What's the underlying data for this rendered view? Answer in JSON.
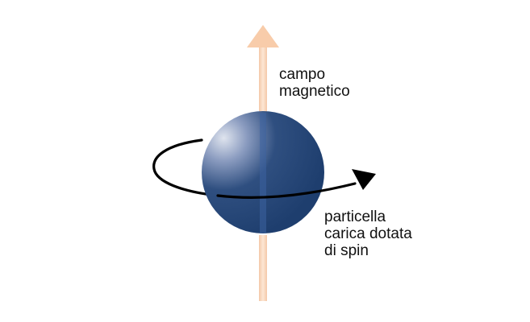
{
  "labels": {
    "magnetic_field": [
      "campo",
      "magnetico"
    ],
    "particle": [
      "particella",
      "carica dotata",
      "di spin"
    ]
  },
  "colors": {
    "background": "#ffffff",
    "field_arrow": "#f8ccaa",
    "sphere": "#1e3e6e",
    "sphere_highlight": "#dfe4ee",
    "rotation_arrow": "#000000",
    "text": "#111111"
  },
  "icons": {
    "field_arrow": "magnetic-field-arrow",
    "sphere": "charged-particle-sphere",
    "rotation": "spin-rotation-arrow"
  }
}
